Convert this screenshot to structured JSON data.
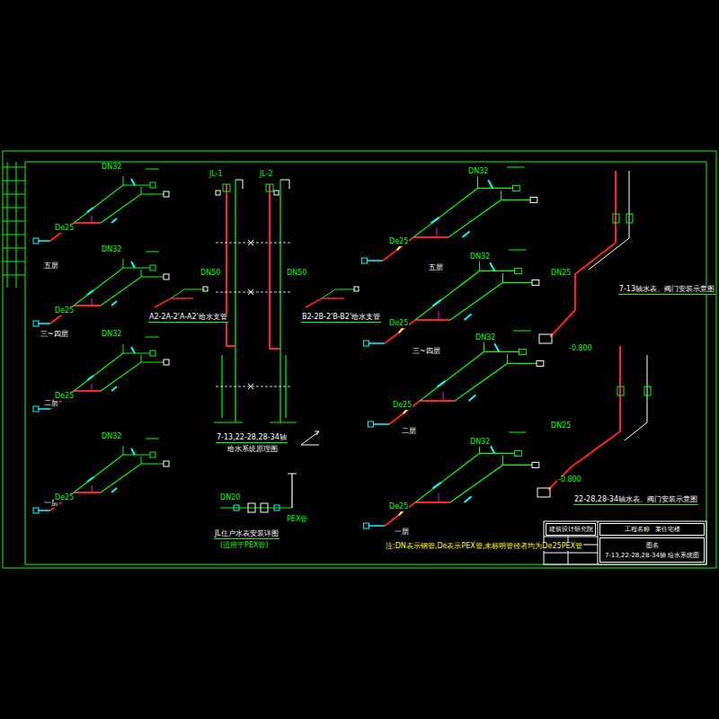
{
  "diagram": {
    "nodes": [
      {
        "text": [
          "建筑设计研究院"
        ]
      },
      {
        "text": [
          "工程名称",
          "某住宅楼"
        ]
      },
      {
        "text": [
          "图名",
          "7-13,22-28,28-34轴 给水系统图"
        ]
      }
    ],
    "labels": [
      "五层",
      "三~四层",
      "二层",
      "一层",
      "五层",
      "三~四层",
      "二层",
      "一层",
      "A2-2A-2'A-A2'给水支管",
      "B2-2B-2'B-B2'给水支管",
      "7-13,22-28,28-34轴",
      "给水系统原理图",
      "7-13轴水表、阀门安装示意图",
      "22-28,28-34轴水表、阀门安装示意图",
      "JL住户水表安装详图",
      "(适用于PEX管)",
      "PEX管",
      "注:DN表示钢管,De表示PEX管,未标明管径者均为De25PEX管",
      "JL-1",
      "JL-2",
      "DN50",
      "DN50",
      "DN32",
      "De25",
      "DN32",
      "De25",
      "DN32",
      "De25",
      "DN32",
      "De25",
      "DN32",
      "De25",
      "DN32",
      "De25",
      "DN32",
      "De25",
      "DN32",
      "De25",
      "DN20",
      "DN25",
      "DN25",
      "-0.800",
      "-0.800"
    ]
  }
}
